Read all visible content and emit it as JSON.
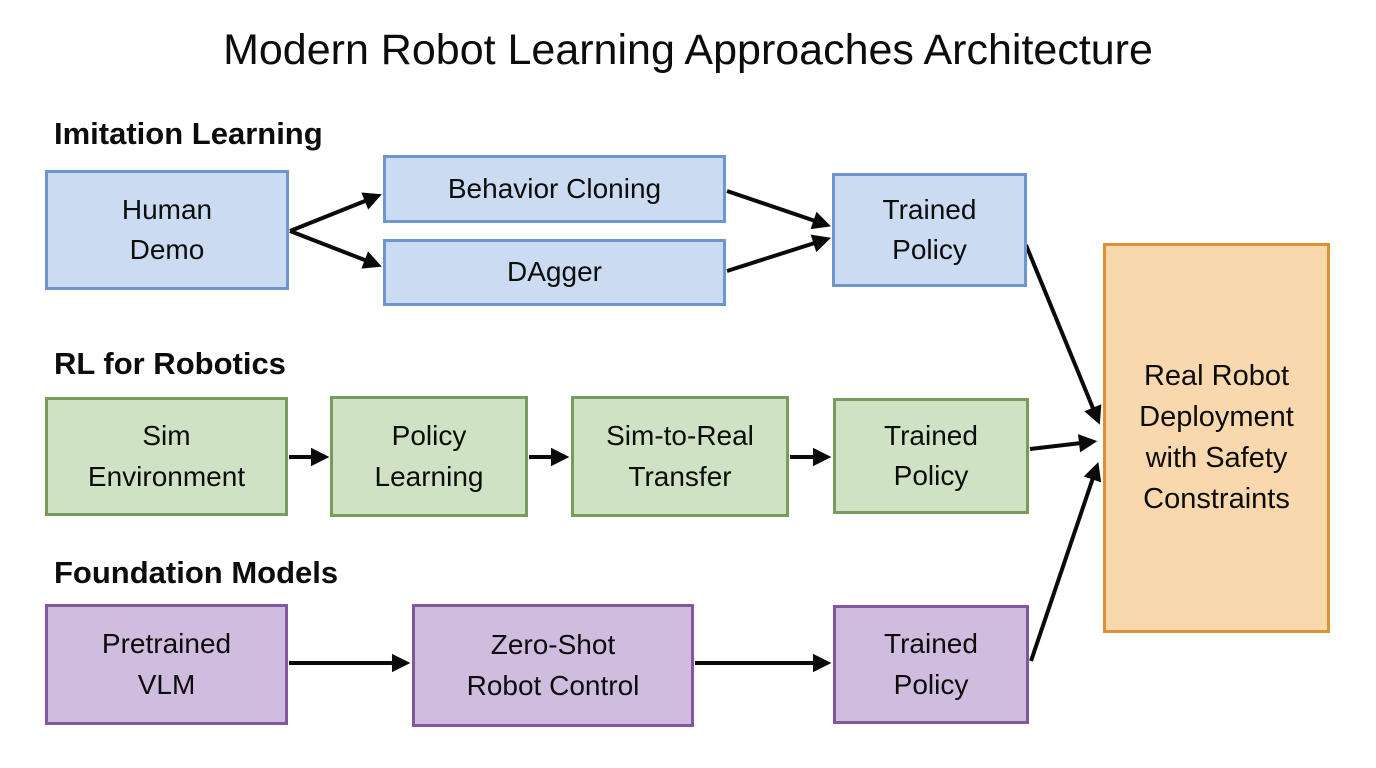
{
  "title": "Modern Robot Learning Approaches Architecture",
  "sections": {
    "imitation": {
      "label": "Imitation Learning"
    },
    "rl": {
      "label": "RL for Robotics"
    },
    "foundation": {
      "label": "Foundation Models"
    }
  },
  "nodes": {
    "human_demo": {
      "label": "Human\nDemo"
    },
    "behavior_cloning": {
      "label": "Behavior Cloning"
    },
    "dagger": {
      "label": "DAgger"
    },
    "trained_policy_il": {
      "label": "Trained\nPolicy"
    },
    "sim_environment": {
      "label": "Sim\nEnvironment"
    },
    "policy_learning": {
      "label": "Policy\nLearning"
    },
    "sim_to_real": {
      "label": "Sim-to-Real\nTransfer"
    },
    "trained_policy_rl": {
      "label": "Trained\nPolicy"
    },
    "pretrained_vlm": {
      "label": "Pretrained\nVLM"
    },
    "zero_shot": {
      "label": "Zero-Shot\nRobot Control"
    },
    "trained_policy_fm": {
      "label": "Trained\nPolicy"
    },
    "deployment": {
      "label": "Real Robot\nDeployment\nwith Safety\nConstraints"
    }
  },
  "edges": [
    {
      "from": "human_demo",
      "to": "behavior_cloning"
    },
    {
      "from": "human_demo",
      "to": "dagger"
    },
    {
      "from": "behavior_cloning",
      "to": "trained_policy_il"
    },
    {
      "from": "dagger",
      "to": "trained_policy_il"
    },
    {
      "from": "trained_policy_il",
      "to": "deployment"
    },
    {
      "from": "sim_environment",
      "to": "policy_learning"
    },
    {
      "from": "policy_learning",
      "to": "sim_to_real"
    },
    {
      "from": "sim_to_real",
      "to": "trained_policy_rl"
    },
    {
      "from": "trained_policy_rl",
      "to": "deployment"
    },
    {
      "from": "pretrained_vlm",
      "to": "zero_shot"
    },
    {
      "from": "zero_shot",
      "to": "trained_policy_fm"
    },
    {
      "from": "trained_policy_fm",
      "to": "deployment"
    }
  ],
  "colors": {
    "blue_fill": "#cbdcf2",
    "blue_border": "#6d96cf",
    "green_fill": "#cfe3c4",
    "green_border": "#789c5b",
    "purple_fill": "#d0bcdf",
    "purple_border": "#8357a0",
    "orange_fill": "#f9d8ad",
    "orange_border": "#de9035",
    "arrow": "#0a0a0a",
    "text": "#0c0c0c",
    "background": "#ffffff"
  }
}
